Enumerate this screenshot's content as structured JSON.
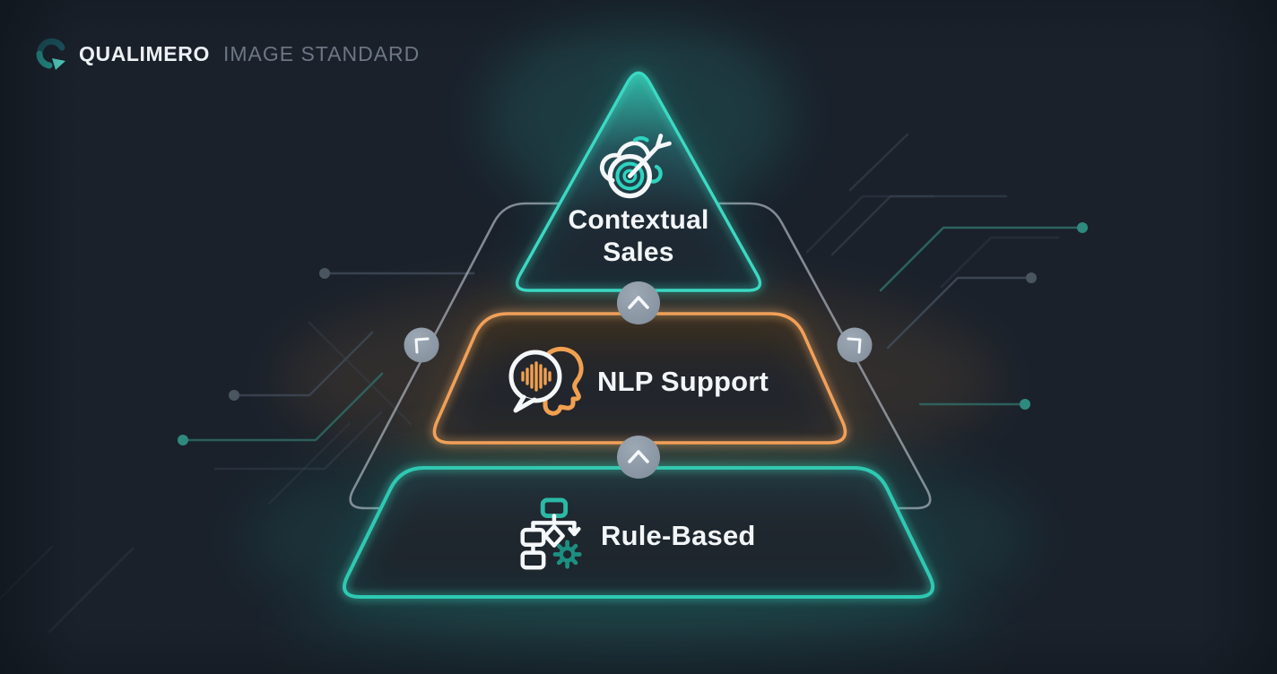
{
  "header": {
    "logo_icon": "qualimero-logo-icon",
    "brand": "QUALIMERO",
    "brand_suffix": "IMAGE STANDARD"
  },
  "pyramid": {
    "tiers": [
      {
        "rank": 1,
        "label_line1": "Contextual",
        "label_line2": "Sales",
        "icon": "target-arrow-cloud-icon",
        "accent_color": "#2dd4bf"
      },
      {
        "rank": 2,
        "label": "NLP Support",
        "icon": "speech-bubble-head-icon",
        "accent_color": "#f5a04c"
      },
      {
        "rank": 3,
        "label": "Rule-Based",
        "icon": "flowchart-gear-icon",
        "accent_color": "#2cbfa9"
      }
    ],
    "connector_icons": [
      "chevron-up-icon",
      "chevron-up-icon"
    ],
    "side_marker_icons": [
      "chevron-up-left-icon",
      "chevron-up-right-icon"
    ]
  },
  "colors": {
    "background": "#1a212b",
    "teal_accent": "#2dd4bf",
    "orange_accent": "#f5a04c",
    "badge_gray": "#8e99a7",
    "circuit_gray": "#3d4754",
    "circuit_teal": "#2f6e69",
    "text_primary": "#f3f6f8",
    "text_muted": "#6d7885"
  }
}
